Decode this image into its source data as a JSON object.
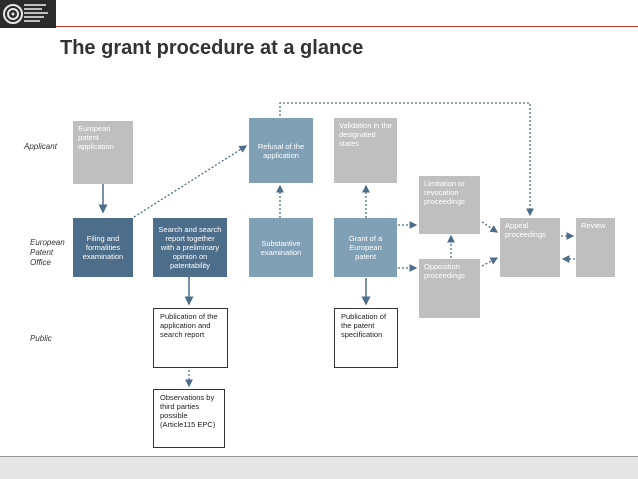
{
  "title": "The grant procedure at a glance",
  "rows": {
    "applicant": "Applicant",
    "office": "European Patent Office",
    "public": "Public"
  },
  "boxes": {
    "european_application": "European patent application",
    "filing": "Filing and formalities examination",
    "search": "Search and search report together with a preliminary opinion on patentability",
    "refusal": "Refusal of the application",
    "substantive": "Substantive examination",
    "validation": "Validation in the designated states",
    "grant": "Grant of a European patent",
    "limitation": "Limitation or revocation proceedings",
    "opposition": "Opposition proceedings",
    "appeal": "Appeal proceedings",
    "review": "Review",
    "publication_application": "Publication of the application and search report",
    "observations": "Observations by third parties possible (Article115 EPC)",
    "publication_patent": "Publication of the patent specification"
  },
  "colors": {
    "grey": "#bfbfbf",
    "slate": "#80a0b5",
    "navy": "#4d6e8a",
    "accent_rule": "#c0392b",
    "arrow": "#4d6e8a"
  },
  "icons": {
    "logo": "epo-logo-icon"
  }
}
